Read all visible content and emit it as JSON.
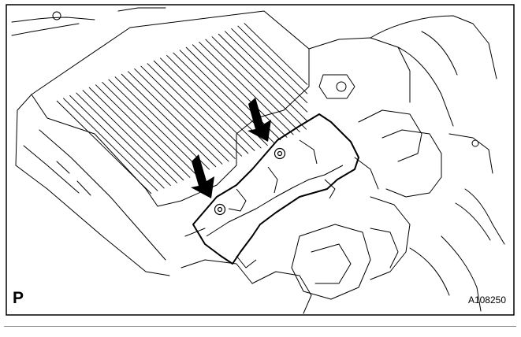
{
  "figure": {
    "view_letter": "P",
    "figure_code": "A108250",
    "callouts": [
      {
        "kind": "arrow",
        "target": "bolt"
      },
      {
        "kind": "arrow",
        "target": "bolt"
      }
    ],
    "colors": {
      "line": "#000000",
      "background": "#ffffff",
      "rule": "#8c8c8c"
    }
  }
}
